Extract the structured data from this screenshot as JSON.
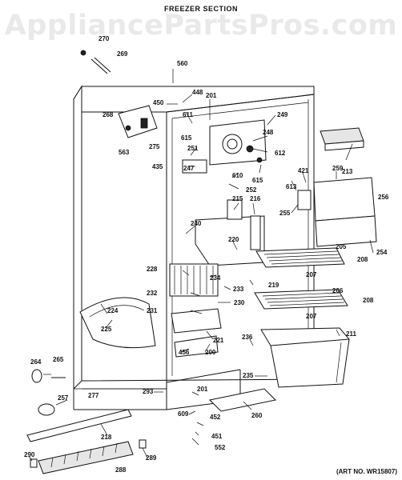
{
  "header": {
    "title": "FREEZER SECTION",
    "watermark": "AppliancePartsPros.com"
  },
  "footer": {
    "art_number": "(ART NO. WR15807)"
  },
  "callouts": [
    {
      "id": "270",
      "label": "270"
    },
    {
      "id": "269",
      "label": "269"
    },
    {
      "id": "560",
      "label": "560"
    },
    {
      "id": "448",
      "label": "448"
    },
    {
      "id": "450",
      "label": "450"
    },
    {
      "id": "611",
      "label": "611"
    },
    {
      "id": "201a",
      "label": "201"
    },
    {
      "id": "268",
      "label": "268"
    },
    {
      "id": "615a",
      "label": "615"
    },
    {
      "id": "249",
      "label": "249"
    },
    {
      "id": "248",
      "label": "248"
    },
    {
      "id": "563",
      "label": "563"
    },
    {
      "id": "275",
      "label": "275"
    },
    {
      "id": "251",
      "label": "251"
    },
    {
      "id": "612",
      "label": "612"
    },
    {
      "id": "247",
      "label": "247"
    },
    {
      "id": "435",
      "label": "435"
    },
    {
      "id": "213",
      "label": "213"
    },
    {
      "id": "421",
      "label": "421"
    },
    {
      "id": "259",
      "label": "259"
    },
    {
      "id": "610",
      "label": "610"
    },
    {
      "id": "615b",
      "label": "615"
    },
    {
      "id": "252",
      "label": "252"
    },
    {
      "id": "613",
      "label": "613"
    },
    {
      "id": "256",
      "label": "256"
    },
    {
      "id": "215",
      "label": "215"
    },
    {
      "id": "216",
      "label": "216"
    },
    {
      "id": "255",
      "label": "255"
    },
    {
      "id": "240",
      "label": "240"
    },
    {
      "id": "220",
      "label": "220"
    },
    {
      "id": "254",
      "label": "254"
    },
    {
      "id": "205",
      "label": "205"
    },
    {
      "id": "208a",
      "label": "208"
    },
    {
      "id": "228",
      "label": "228"
    },
    {
      "id": "234",
      "label": "234"
    },
    {
      "id": "207a",
      "label": "207"
    },
    {
      "id": "219",
      "label": "219"
    },
    {
      "id": "233",
      "label": "233"
    },
    {
      "id": "232",
      "label": "232"
    },
    {
      "id": "206",
      "label": "206"
    },
    {
      "id": "224",
      "label": "224"
    },
    {
      "id": "230",
      "label": "230"
    },
    {
      "id": "208b",
      "label": "208"
    },
    {
      "id": "231",
      "label": "231"
    },
    {
      "id": "207b",
      "label": "207"
    },
    {
      "id": "225",
      "label": "225"
    },
    {
      "id": "221",
      "label": "221"
    },
    {
      "id": "236",
      "label": "236"
    },
    {
      "id": "211",
      "label": "211"
    },
    {
      "id": "456",
      "label": "456"
    },
    {
      "id": "200",
      "label": "200"
    },
    {
      "id": "264",
      "label": "264"
    },
    {
      "id": "265",
      "label": "265"
    },
    {
      "id": "235",
      "label": "235"
    },
    {
      "id": "257",
      "label": "257"
    },
    {
      "id": "277",
      "label": "277"
    },
    {
      "id": "293",
      "label": "293"
    },
    {
      "id": "201b",
      "label": "201"
    },
    {
      "id": "609",
      "label": "609"
    },
    {
      "id": "260",
      "label": "260"
    },
    {
      "id": "452",
      "label": "452"
    },
    {
      "id": "218",
      "label": "218"
    },
    {
      "id": "451",
      "label": "451"
    },
    {
      "id": "552",
      "label": "552"
    },
    {
      "id": "290",
      "label": "290"
    },
    {
      "id": "289",
      "label": "289"
    },
    {
      "id": "288",
      "label": "288"
    }
  ]
}
